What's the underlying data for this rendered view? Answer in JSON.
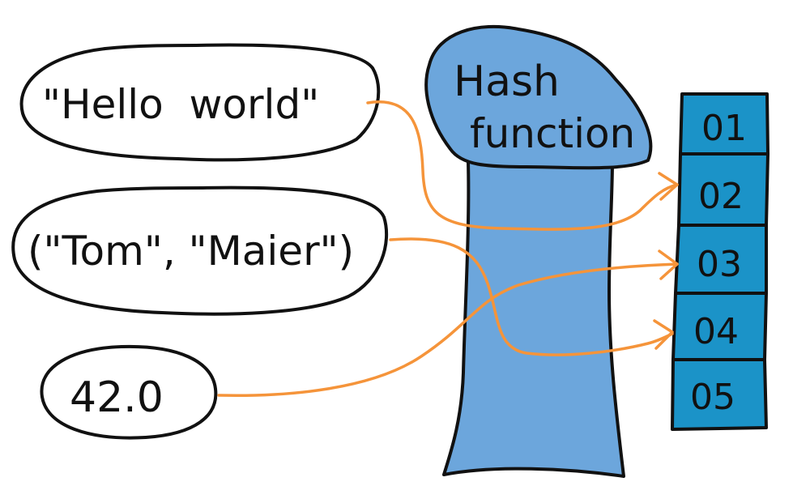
{
  "inputs": [
    {
      "label": "\"Hello  world\""
    },
    {
      "label": "(\"Tom\", \"Maier\")"
    },
    {
      "label": "42.0"
    }
  ],
  "hash_function": {
    "line1": "Hash",
    "line2": "function"
  },
  "buckets": [
    "01",
    "02",
    "03",
    "04",
    "05"
  ],
  "mappings": [
    {
      "from": "\"Hello  world\"",
      "to": "02"
    },
    {
      "from": "(\"Tom\", \"Maier\")",
      "to": "04"
    },
    {
      "from": "42.0",
      "to": "03"
    }
  ],
  "colors": {
    "arrow": "#F5943A",
    "hash_body": "#6CA6DC",
    "bucket_fill": "#1B93C8",
    "outline": "#111111",
    "background": "#FFFFFF"
  }
}
